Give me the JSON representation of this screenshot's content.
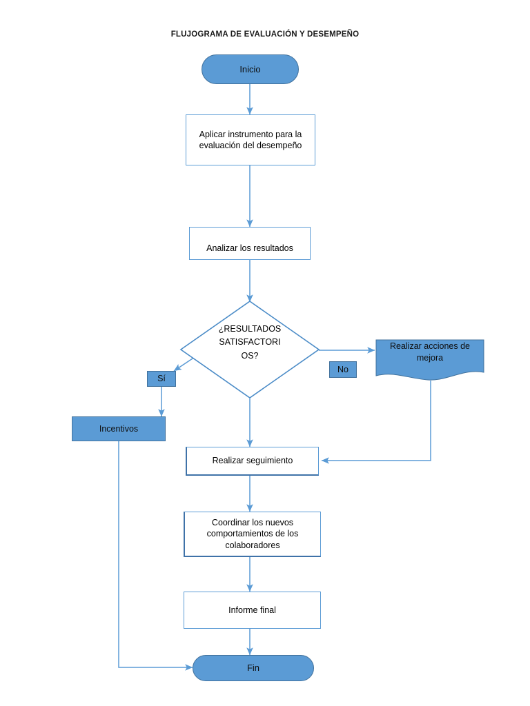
{
  "document": {
    "title": "FLUJOGRAMA DE EVALUACIÓN Y DESEMPEÑO",
    "type": "flowchart",
    "language": "es"
  },
  "theme": {
    "fill_blue": "#5B9BD5",
    "border_blue": "#41719C",
    "line_blue": "#5B9BD5",
    "box_border": "#5B9BD5",
    "shadow_border": "#3F72A8",
    "box_fill": "#FFFFFF",
    "text_color": "#000000",
    "background": "#FFFFFF"
  },
  "nodes": {
    "start": {
      "label": "Inicio",
      "shape": "terminator"
    },
    "apply_instrument": {
      "shape": "process",
      "lines": [
        "Aplicar instrumento para la",
        "evaluación del desempeño"
      ]
    },
    "analyze_results": {
      "shape": "process",
      "lines": [
        "Analizar los resultados"
      ]
    },
    "decision": {
      "shape": "decision",
      "lines": [
        "¿RESULTADOS",
        "SATISFACTORI",
        "OS?"
      ]
    },
    "yes_label": {
      "label": "Sí",
      "shape": "label-chip"
    },
    "no_label": {
      "label": "No",
      "shape": "label-chip"
    },
    "improvement_actions": {
      "shape": "document",
      "lines": [
        "Realizar acciones de",
        "mejora"
      ]
    },
    "incentives": {
      "label": "Incentivos",
      "shape": "rectangle-filled"
    },
    "follow_up": {
      "shape": "process",
      "lines": [
        "Realizar seguimiento"
      ]
    },
    "coordinate_behaviors": {
      "shape": "process",
      "lines": [
        "Coordinar los nuevos",
        "comportamientos de los",
        "colaboradores"
      ]
    },
    "final_report": {
      "shape": "process",
      "lines": [
        "Informe final"
      ]
    },
    "end": {
      "label": "Fin",
      "shape": "terminator"
    }
  },
  "edges": [
    {
      "from": "start",
      "to": "apply_instrument",
      "label": ""
    },
    {
      "from": "apply_instrument",
      "to": "analyze_results",
      "label": ""
    },
    {
      "from": "analyze_results",
      "to": "decision",
      "label": ""
    },
    {
      "from": "decision",
      "to": "yes_label",
      "label": "Sí"
    },
    {
      "from": "decision",
      "to": "improvement_actions",
      "label": "No"
    },
    {
      "from": "decision",
      "to": "follow_up",
      "label": ""
    },
    {
      "from": "yes_label",
      "to": "incentives",
      "label": ""
    },
    {
      "from": "improvement_actions",
      "to": "follow_up",
      "label": ""
    },
    {
      "from": "incentives",
      "to": "end",
      "label": ""
    },
    {
      "from": "follow_up",
      "to": "coordinate_behaviors",
      "label": ""
    },
    {
      "from": "coordinate_behaviors",
      "to": "final_report",
      "label": ""
    },
    {
      "from": "final_report",
      "to": "end",
      "label": ""
    }
  ]
}
